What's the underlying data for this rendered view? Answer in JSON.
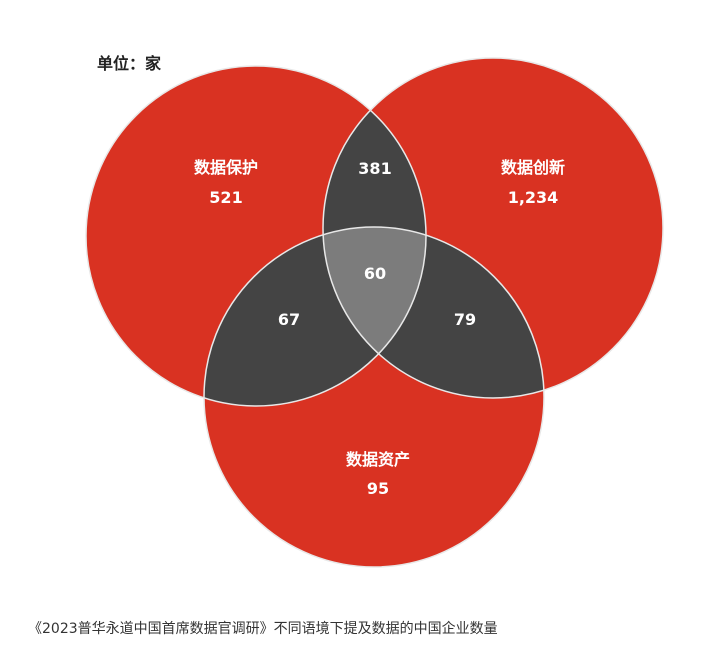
{
  "unit": "单位：家",
  "caption": "《2023普华永道中国首席数据官调研》不同语境下提及数据的中国企业数量",
  "colors": {
    "circle": "#d93222",
    "overlap_pair": "#444444",
    "overlap_all": "#7c7c7c",
    "stroke": "#e8e8e8"
  },
  "sets": {
    "protection": {
      "label": "数据保护",
      "value": "521"
    },
    "innovation": {
      "label": "数据创新",
      "value": "1,234"
    },
    "assets": {
      "label": "数据资产",
      "value": "95"
    }
  },
  "overlaps": {
    "protection_innovation": "381",
    "protection_assets": "67",
    "innovation_assets": "79",
    "all_three": "60"
  }
}
